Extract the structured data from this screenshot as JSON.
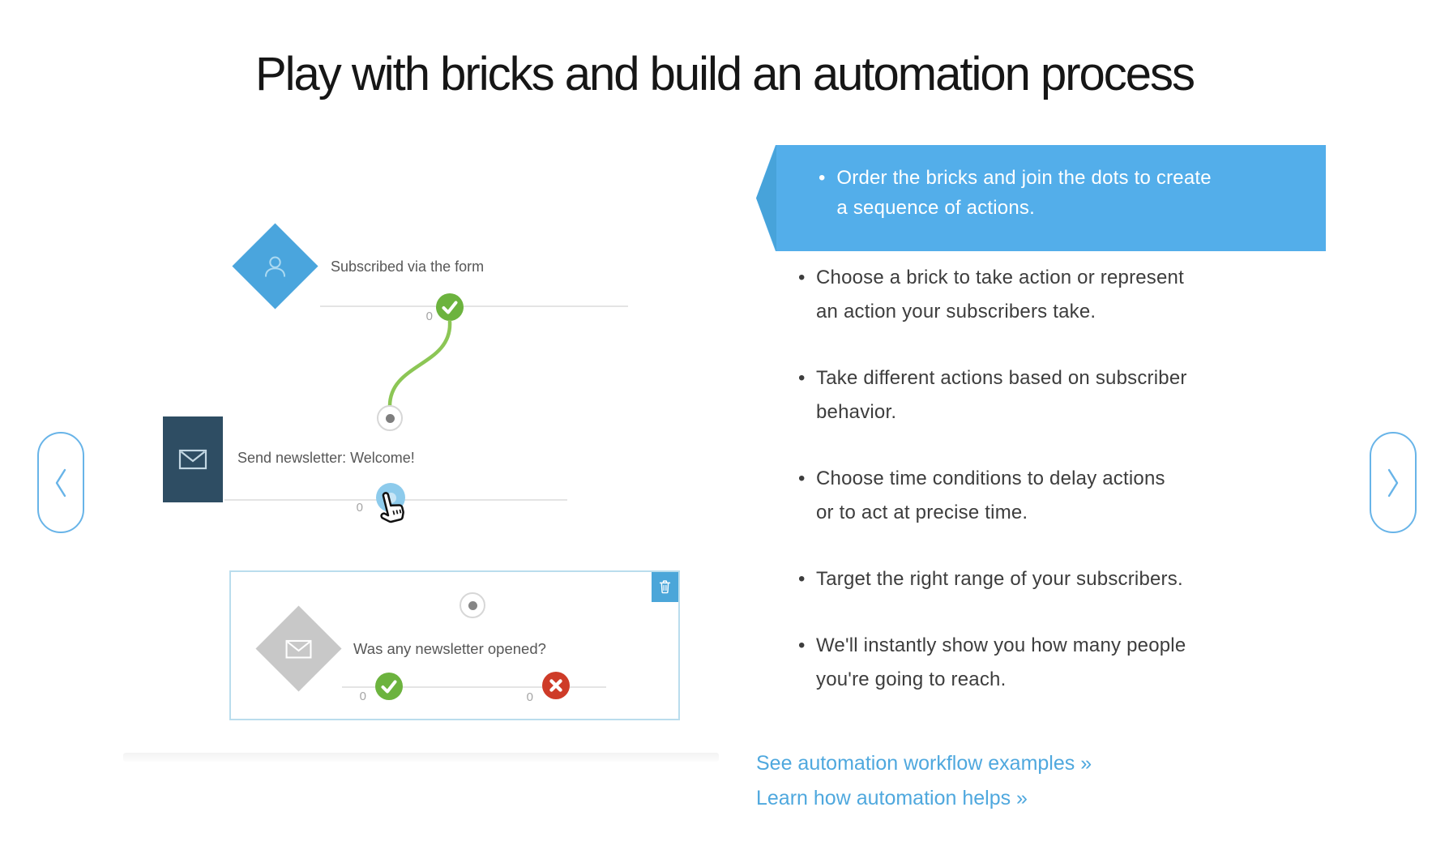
{
  "header": {
    "title": "Play with bricks and build an automation process"
  },
  "carousel": {
    "prev_icon": "chevron-left",
    "next_icon": "chevron-right"
  },
  "workflow": {
    "subscribe_brick": {
      "shape": "blue-diamond",
      "icon": "person-icon",
      "label": "Subscribed via the form",
      "count": "0"
    },
    "newsletter_brick": {
      "shape": "navy-square",
      "icon": "envelope-icon",
      "label": "Send newsletter: Welcome!",
      "count": "0"
    },
    "condition_brick": {
      "shape": "gray-diamond",
      "icon": "envelope-icon",
      "label": "Was any newsletter opened?",
      "yes_count": "0",
      "no_count": "0",
      "delete_icon": "trash-icon"
    }
  },
  "callout": {
    "bullet": "•",
    "lines": [
      "Order the bricks and join the dots to create",
      "a sequence of actions."
    ]
  },
  "features": {
    "bullet": "•",
    "items": [
      {
        "lines": [
          "Choose a brick to take action or represent",
          "an action your subscribers take."
        ]
      },
      {
        "lines": [
          "Take different actions based on subscriber",
          "behavior."
        ]
      },
      {
        "lines": [
          "Choose time conditions to delay actions",
          "or to act at precise time."
        ]
      },
      {
        "lines": [
          "Target the right range of your subscribers.",
          ""
        ]
      },
      {
        "lines": [
          "We'll instantly show you how many people",
          "you're going to reach."
        ]
      }
    ]
  },
  "links": {
    "examples": "See automation workflow examples »",
    "learn": "Learn how automation helps »"
  },
  "colors": {
    "accent_blue": "#53aeea",
    "brick_blue": "#4aa5dd",
    "brick_navy": "#2e4d63",
    "brick_gray": "#c8c8c8",
    "success_green": "#6cb33e",
    "curve_green": "#8cc655",
    "danger_red": "#ce3b28",
    "link_blue": "#4fa8de",
    "handle_blue": "#8dcbec"
  }
}
